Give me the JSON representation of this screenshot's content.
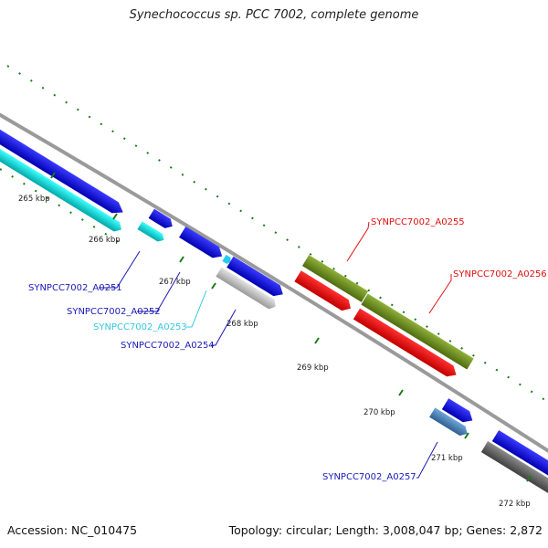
{
  "title": "Synechococcus sp. PCC 7002, complete genome",
  "accession_label": "Accession: NC_010475",
  "summary_label": "Topology: circular; Length: 3,008,047 bp; Genes: 2,872",
  "kbp_labels": [
    "265 kbp",
    "266 kbp",
    "267 kbp",
    "268 kbp",
    "269 kbp",
    "270 kbp",
    "271 kbp",
    "272 kbp"
  ],
  "gene_labels": [
    {
      "id": "SYNPCC7002_A0251",
      "color": "#1a1ab8"
    },
    {
      "id": "SYNPCC7002_A0252",
      "color": "#1a1ab8"
    },
    {
      "id": "SYNPCC7002_A0253",
      "color": "#33c8e0"
    },
    {
      "id": "SYNPCC7002_A0254",
      "color": "#1a1ab8"
    },
    {
      "id": "SYNPCC7002_A0255",
      "color": "#e01010"
    },
    {
      "id": "SYNPCC7002_A0256",
      "color": "#e01010"
    },
    {
      "id": "SYNPCC7002_A0257",
      "color": "#1a1ab8"
    }
  ],
  "colors": {
    "backbone": "#9a9a9a",
    "cds_blue": "#1010e8",
    "cds_cyan": "#10d0d0",
    "cds_light_cyan": "#22ccee",
    "cds_green": "#6b8e23",
    "cds_red": "#ee0000",
    "cds_gray": "#c0c0c0",
    "cds_steel": "#4682b4",
    "cds_dark_gray": "#606060",
    "tick": "#1a7a1a"
  }
}
